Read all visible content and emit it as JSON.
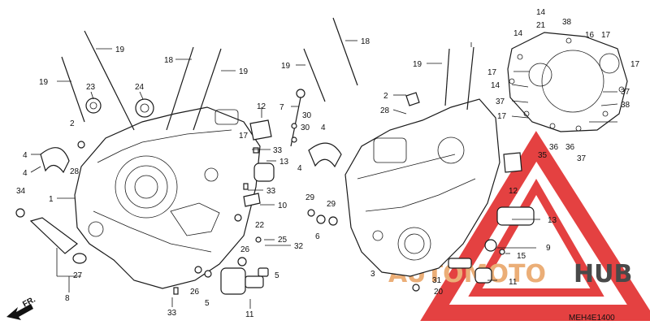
{
  "diagram": {
    "code": "MEH4E1400",
    "direction_label": "FR.",
    "watermark": {
      "brand_primary": "AUTOMOTO",
      "brand_secondary": "HUB",
      "color_primary": "#e8a060",
      "color_secondary": "#2a2a2a",
      "triangle_color": "#e02020"
    },
    "callouts": [
      "19",
      "18",
      "19",
      "19",
      "23",
      "24",
      "2",
      "4",
      "4",
      "28",
      "34",
      "1",
      "4",
      "4",
      "17",
      "13",
      "10",
      "22",
      "25",
      "26",
      "32",
      "5",
      "33",
      "26",
      "5",
      "11",
      "27",
      "8",
      "33",
      "12",
      "33",
      "30",
      "7",
      "30",
      "19",
      "18",
      "2",
      "28",
      "19",
      "14",
      "21",
      "38",
      "16",
      "17",
      "14",
      "17",
      "17",
      "14",
      "37",
      "37",
      "38",
      "17",
      "35",
      "36",
      "36",
      "37",
      "12",
      "13",
      "29",
      "29",
      "6",
      "9",
      "15",
      "3",
      "31",
      "20",
      "11"
    ]
  }
}
